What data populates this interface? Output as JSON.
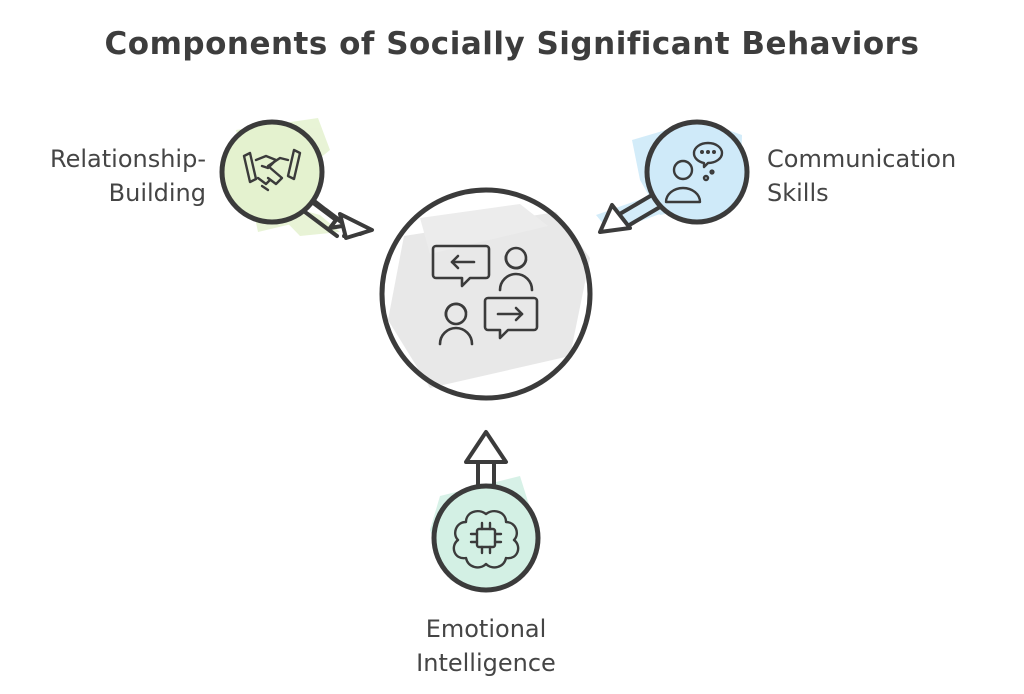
{
  "title": "Components of Socially Significant Behaviors",
  "nodes": {
    "center": {
      "icon": "conversation-icon",
      "fill": "#e6e6e6"
    },
    "relationship_building": {
      "label_lines": [
        "Relationship-",
        "Building"
      ],
      "icon": "handshake-icon",
      "fill": "#e4f2cf"
    },
    "communication_skills": {
      "label_lines": [
        "Communication",
        "Skills"
      ],
      "icon": "person-speech-bubble-icon",
      "fill": "#cfeaf9"
    },
    "emotional_intelligence": {
      "label_lines": [
        "Emotional",
        "Intelligence"
      ],
      "icon": "brain-chip-icon",
      "fill": "#d3f0e4"
    }
  },
  "colors": {
    "stroke": "#3b3b3b",
    "text": "#454545"
  }
}
